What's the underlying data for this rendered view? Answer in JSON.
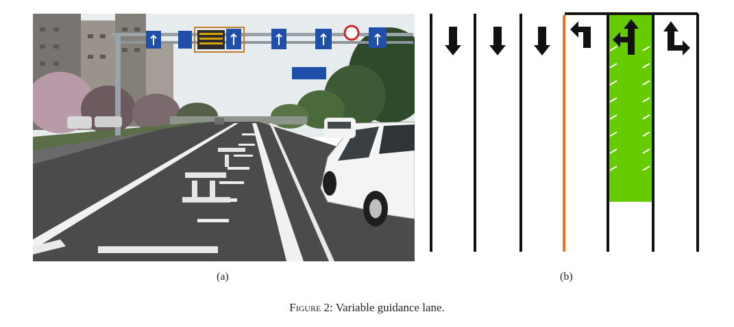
{
  "figure": {
    "number_label": "Figure 2:",
    "title": "Variable guidance lane."
  },
  "panels": [
    {
      "label": "(a)",
      "content": "road-photo"
    },
    {
      "label": "(b)",
      "content": "lane-diagram"
    }
  ],
  "diagram": {
    "lanes": [
      {
        "arrow": "down"
      },
      {
        "arrow": "down"
      },
      {
        "arrow": "down"
      },
      {
        "arrow": "left-turn"
      },
      {
        "arrow": "straight-left",
        "variable_lane": true
      },
      {
        "arrow": "straight-right"
      }
    ],
    "colors": {
      "lane_line": "#111111",
      "center_line": "#e87722",
      "variable_area": "#66cc00",
      "arrow": "#111111"
    }
  },
  "photo": {
    "colors": {
      "sky": "#e9edf0",
      "road": "#4a4a4a",
      "sign": "#1f4fa8",
      "variable_sign_text": "#d9a300",
      "car": "#f4f4f4"
    }
  }
}
